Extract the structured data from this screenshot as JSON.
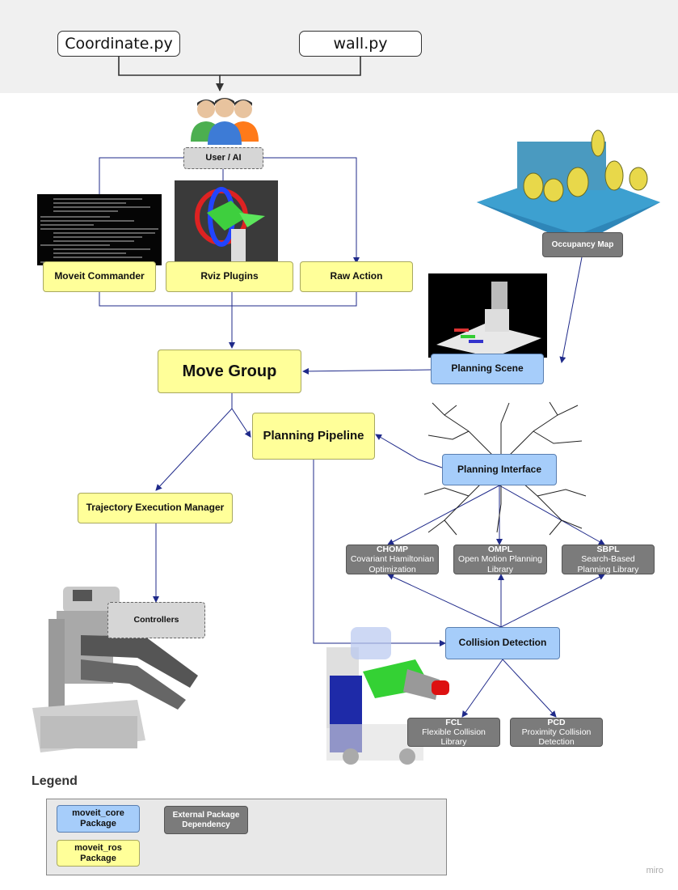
{
  "files": {
    "coordinate": "Coordinate.py",
    "wall": "wall.py"
  },
  "nodes": {
    "user_ai": "User / AI",
    "moveit_commander": "Moveit Commander",
    "rviz_plugins": "Rviz Plugins",
    "raw_action": "Raw Action",
    "occupancy_map": "Occupancy Map",
    "planning_scene": "Planning Scene",
    "move_group": "Move Group",
    "planning_pipeline": "Planning Pipeline",
    "planning_interface": "Planning Interface",
    "trajectory_execution_manager": "Trajectory Execution Manager",
    "controllers": "Controllers",
    "collision_detection": "Collision Detection",
    "chomp": {
      "title": "CHOMP",
      "line1": "Covariant Hamiltonian",
      "line2": "Optimization"
    },
    "ompl": {
      "title": "OMPL",
      "line1": "Open Motion Planning",
      "line2": "Library"
    },
    "sbpl": {
      "title": "SBPL",
      "line1": "Search-Based",
      "line2": "Planning Library"
    },
    "fcl": {
      "title": "FCL",
      "line1": "Flexible Collision",
      "line2": "Library"
    },
    "pcd": {
      "title": "PCD",
      "line1": "Proximity Collision",
      "line2": "Detection"
    }
  },
  "legend": {
    "title": "Legend",
    "core": {
      "line1": "moveit_core",
      "line2": "Package"
    },
    "ros": {
      "line1": "moveit_ros",
      "line2": "Package"
    },
    "external": {
      "line1": "External Package",
      "line2": "Dependency"
    }
  },
  "watermark": "miro",
  "colors": {
    "ros": "#ffff99",
    "core": "#a6cdfa",
    "external": "#7b7b7b",
    "edge": "#1f2a8a"
  }
}
